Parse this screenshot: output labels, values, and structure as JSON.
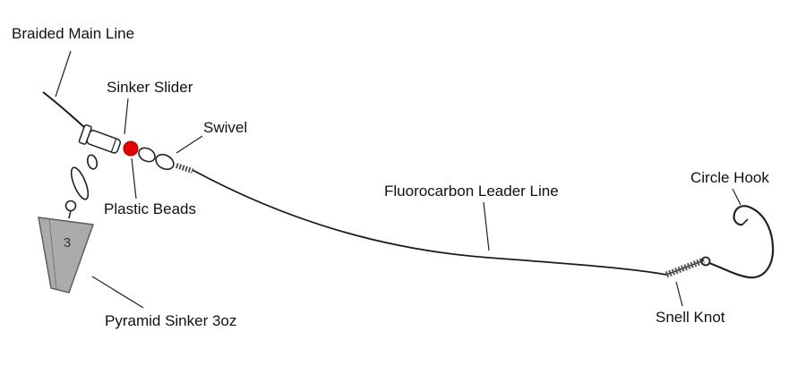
{
  "diagram": {
    "labels": {
      "main_line": "Braided Main Line",
      "sinker_slider": "Sinker Slider",
      "swivel": "Swivel",
      "plastic_beads": "Plastic Beads",
      "leader_line": "Fluorocarbon Leader Line",
      "circle_hook": "Circle Hook",
      "snell_knot": "Snell Knot",
      "pyramid_sinker": "Pyramid Sinker 3oz",
      "sinker_weight": "3"
    },
    "colors": {
      "bead": "#e60000",
      "bead_stroke": "#990000",
      "sinker_fill": "#ababab",
      "sinker_stroke": "#5a5a5a",
      "line": "#1a1a1a"
    }
  }
}
